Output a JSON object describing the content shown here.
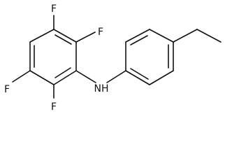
{
  "molecule": {
    "atoms": {
      "f_top": "F",
      "f_upper_right": "F",
      "f_left": "F",
      "f_bottom": "F",
      "nh": "NH"
    }
  },
  "colors": {
    "ink": "#111111",
    "background": "#ffffff"
  }
}
